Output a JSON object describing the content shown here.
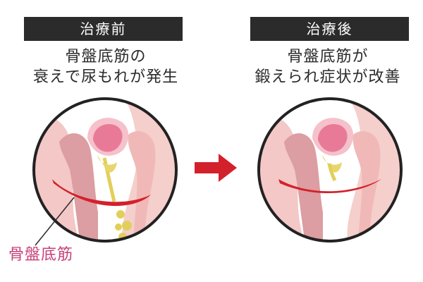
{
  "before": {
    "label": "治療前",
    "caption_line1": "骨盤底筋の",
    "caption_line2": "衰えで尿もれが発生"
  },
  "after": {
    "label": "治療後",
    "caption_line1": "骨盤底筋が",
    "caption_line2": "鍛えられ症状が改善"
  },
  "muscle_label": "骨盤底筋",
  "colors": {
    "label_bar": "#2b2b2b",
    "arrow": "#d3212b",
    "muscle": "#d3212b",
    "muscle_label": "#c8417a",
    "urine": "#e2cf5b",
    "tissue": "#f2c6c3",
    "tissue_dark": "#d99a98",
    "bladder": "#e97a97"
  }
}
